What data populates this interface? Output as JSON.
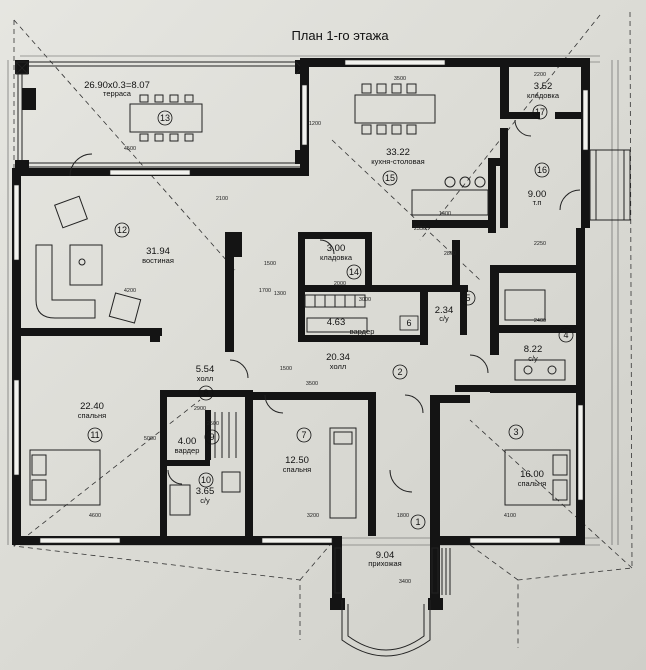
{
  "title": "План 1-го этажа",
  "rooms": [
    {
      "num": "1",
      "area": "9.04",
      "name": "прихожая"
    },
    {
      "num": "2",
      "area": "20.34",
      "name": "холл"
    },
    {
      "num": "3",
      "area": "16.00",
      "name": "спальня"
    },
    {
      "num": "4",
      "area": "8.22",
      "name": "с/у"
    },
    {
      "num": "5",
      "area": "2.34",
      "name": "с/у"
    },
    {
      "num": "6",
      "area": "4.63",
      "name": "вардер"
    },
    {
      "num": "7",
      "area": "12.50",
      "name": "спальня"
    },
    {
      "num": "8",
      "area": "5.54",
      "name": "холл"
    },
    {
      "num": "9",
      "area": "4.00",
      "name": "вардер"
    },
    {
      "num": "10",
      "area": "3.65",
      "name": "с/у"
    },
    {
      "num": "11",
      "area": "22.40",
      "name": "спальня"
    },
    {
      "num": "12",
      "area": "31.94",
      "name": "востиная"
    },
    {
      "num": "13",
      "area": "26.90x0.3=8.07",
      "name": "терраса"
    },
    {
      "num": "14",
      "area": "3.00",
      "name": "кладовка"
    },
    {
      "num": "15",
      "area": "33.22",
      "name": "кухня-столовая"
    },
    {
      "num": "16",
      "area": "9.00",
      "name": "т.п"
    },
    {
      "num": "17",
      "area": "3.52",
      "name": "кладовка"
    }
  ],
  "dimensions": [
    "4500",
    "3500",
    "2200",
    "1500",
    "1700",
    "4200",
    "5000",
    "3200",
    "1500",
    "3500",
    "4100",
    "2400",
    "3000",
    "4600",
    "1400",
    "2800",
    "2500",
    "2900",
    "3400",
    "1800",
    "1200",
    "2100",
    "2000",
    "1300",
    "2250",
    "2350"
  ]
}
